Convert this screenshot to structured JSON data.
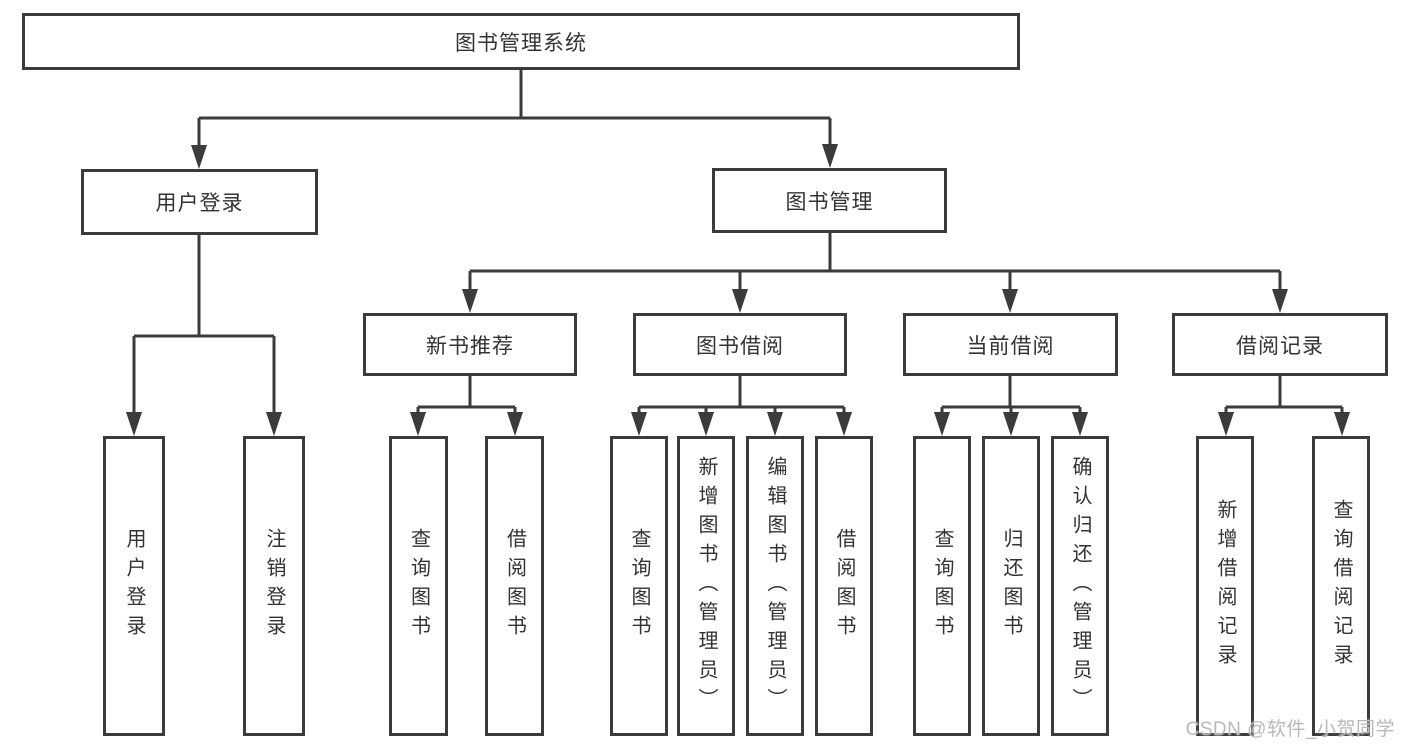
{
  "colors": {
    "line": "#3b3b3b",
    "text": "#333333",
    "watermark": "#b9b9b9",
    "bg": "#ffffff"
  },
  "watermark": {
    "text": "CSDN @软件_小贺同学"
  },
  "tree": {
    "label": "图书管理系统",
    "children": [
      {
        "label": "用户登录",
        "children": [
          {
            "label": "用户登录"
          },
          {
            "label": "注销登录"
          }
        ]
      },
      {
        "label": "图书管理",
        "children": [
          {
            "label": "新书推荐",
            "children": [
              {
                "label": "查询图书"
              },
              {
                "label": "借阅图书"
              }
            ]
          },
          {
            "label": "图书借阅",
            "children": [
              {
                "label": "查询图书"
              },
              {
                "label": "新增图书（管理员）"
              },
              {
                "label": "编辑图书（管理员）"
              },
              {
                "label": "借阅图书"
              }
            ]
          },
          {
            "label": "当前借阅",
            "children": [
              {
                "label": "查询图书"
              },
              {
                "label": "归还图书"
              },
              {
                "label": "确认归还（管理员）"
              }
            ]
          },
          {
            "label": "借阅记录",
            "children": [
              {
                "label": "新增借阅记录"
              },
              {
                "label": "查询借阅记录"
              }
            ]
          }
        ]
      }
    ]
  }
}
